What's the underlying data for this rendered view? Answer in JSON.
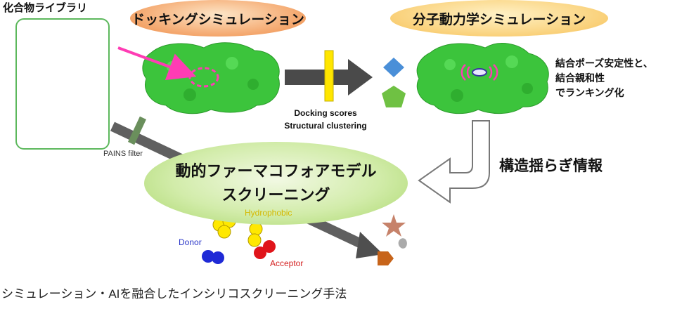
{
  "library": {
    "label": "化合物ライブラリ"
  },
  "docking": {
    "title": "ドッキングシミュレーション"
  },
  "md": {
    "title": "分子動力学シミュレーション"
  },
  "md_result": {
    "line1": "結合ポーズ安定性と、",
    "line2": "結合親和性",
    "line3": "でランキング化"
  },
  "dock_output": {
    "line1": "Docking scores",
    "line2": "Structural clustering"
  },
  "pains": {
    "label": "PAINS filter"
  },
  "fluctuation": {
    "label": "構造揺らぎ情報"
  },
  "pharmacophore": {
    "line1": "動的ファーマコフォアモデル",
    "line2": "スクリーニング"
  },
  "features": {
    "hydrophobic": "Hydrophobic",
    "donor": "Donor",
    "acceptor": "Acceptor"
  },
  "caption": "シミュレーション・AIを融合したインシリコスクリーニング手法",
  "colors": {
    "protein": "#3cc43c",
    "arrow_dark": "#555555",
    "hydrophobic": "#ffe800",
    "donor": "#1f2ad6",
    "acceptor": "#e0141a",
    "pink": "#ff3cb4"
  }
}
